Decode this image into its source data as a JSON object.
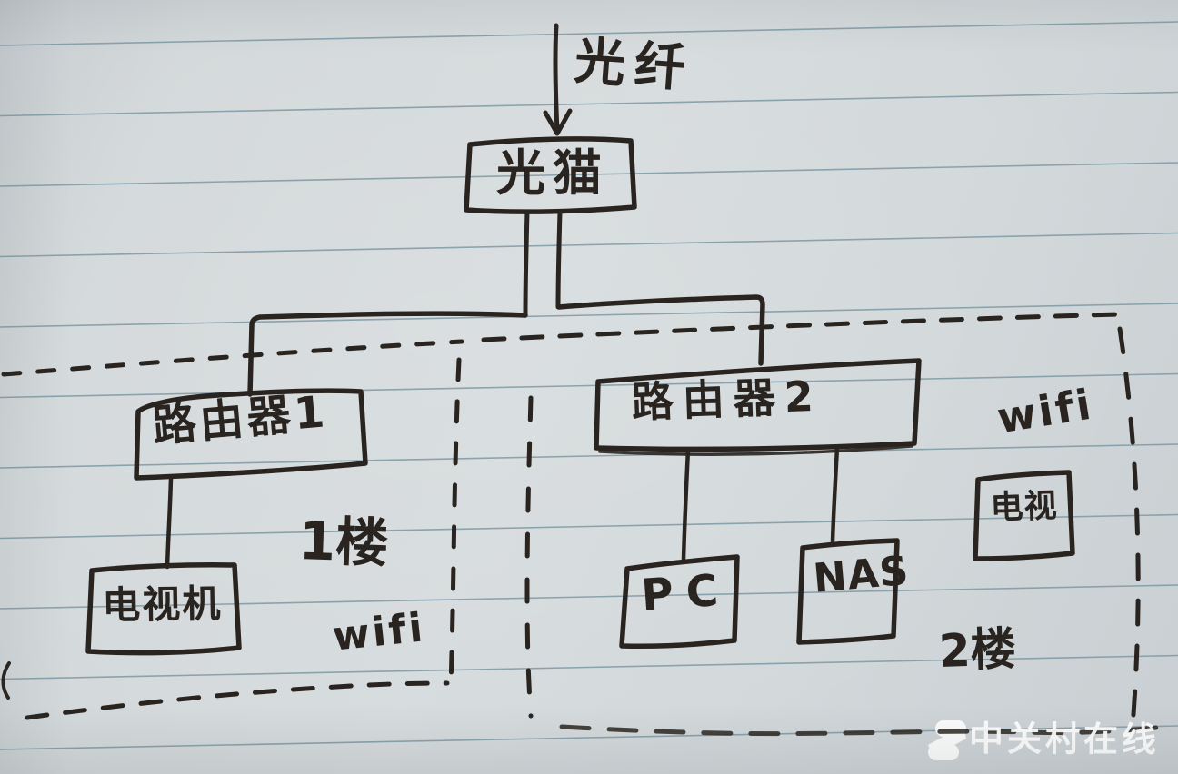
{
  "image": {
    "kind": "photo of a hand-drawn network topology sketch on blue-lined paper",
    "orientation": "fiber enters from top, splits to two floor routers"
  },
  "nodes": {
    "fiber": {
      "label": "光纤"
    },
    "modem": {
      "label": "光猫"
    },
    "router1": {
      "label": "路由器1"
    },
    "router2": {
      "label": "路由器2"
    },
    "tv_floor1": {
      "label": "电视机"
    },
    "pc": {
      "label": "PC"
    },
    "nas": {
      "label": "NAS"
    },
    "tv_floor2": {
      "label": "电视"
    }
  },
  "zones": {
    "floor1": {
      "label": "1楼",
      "wifi_label": "wifi",
      "devices": [
        "路由器1",
        "电视机"
      ]
    },
    "floor2": {
      "label": "2楼",
      "wifi_label": "wifi",
      "devices": [
        "路由器2",
        "PC",
        "NAS",
        "电视"
      ]
    }
  },
  "connections": [
    {
      "from": "光纤",
      "to": "光猫",
      "style": "arrow"
    },
    {
      "from": "光猫",
      "to": "路由器1",
      "style": "wired"
    },
    {
      "from": "光猫",
      "to": "路由器2",
      "style": "wired"
    },
    {
      "from": "路由器1",
      "to": "电视机",
      "style": "wired"
    },
    {
      "from": "路由器2",
      "to": "PC",
      "style": "wired"
    },
    {
      "from": "路由器2",
      "to": "NAS",
      "style": "wired"
    }
  ],
  "watermark": {
    "brand": "中关村在线",
    "logo": "zol-logo"
  },
  "colors": {
    "paper": "#d4d9db",
    "rule_line": "#7e99a5",
    "ink": "#29241f",
    "watermark_text": "#ffffff"
  }
}
